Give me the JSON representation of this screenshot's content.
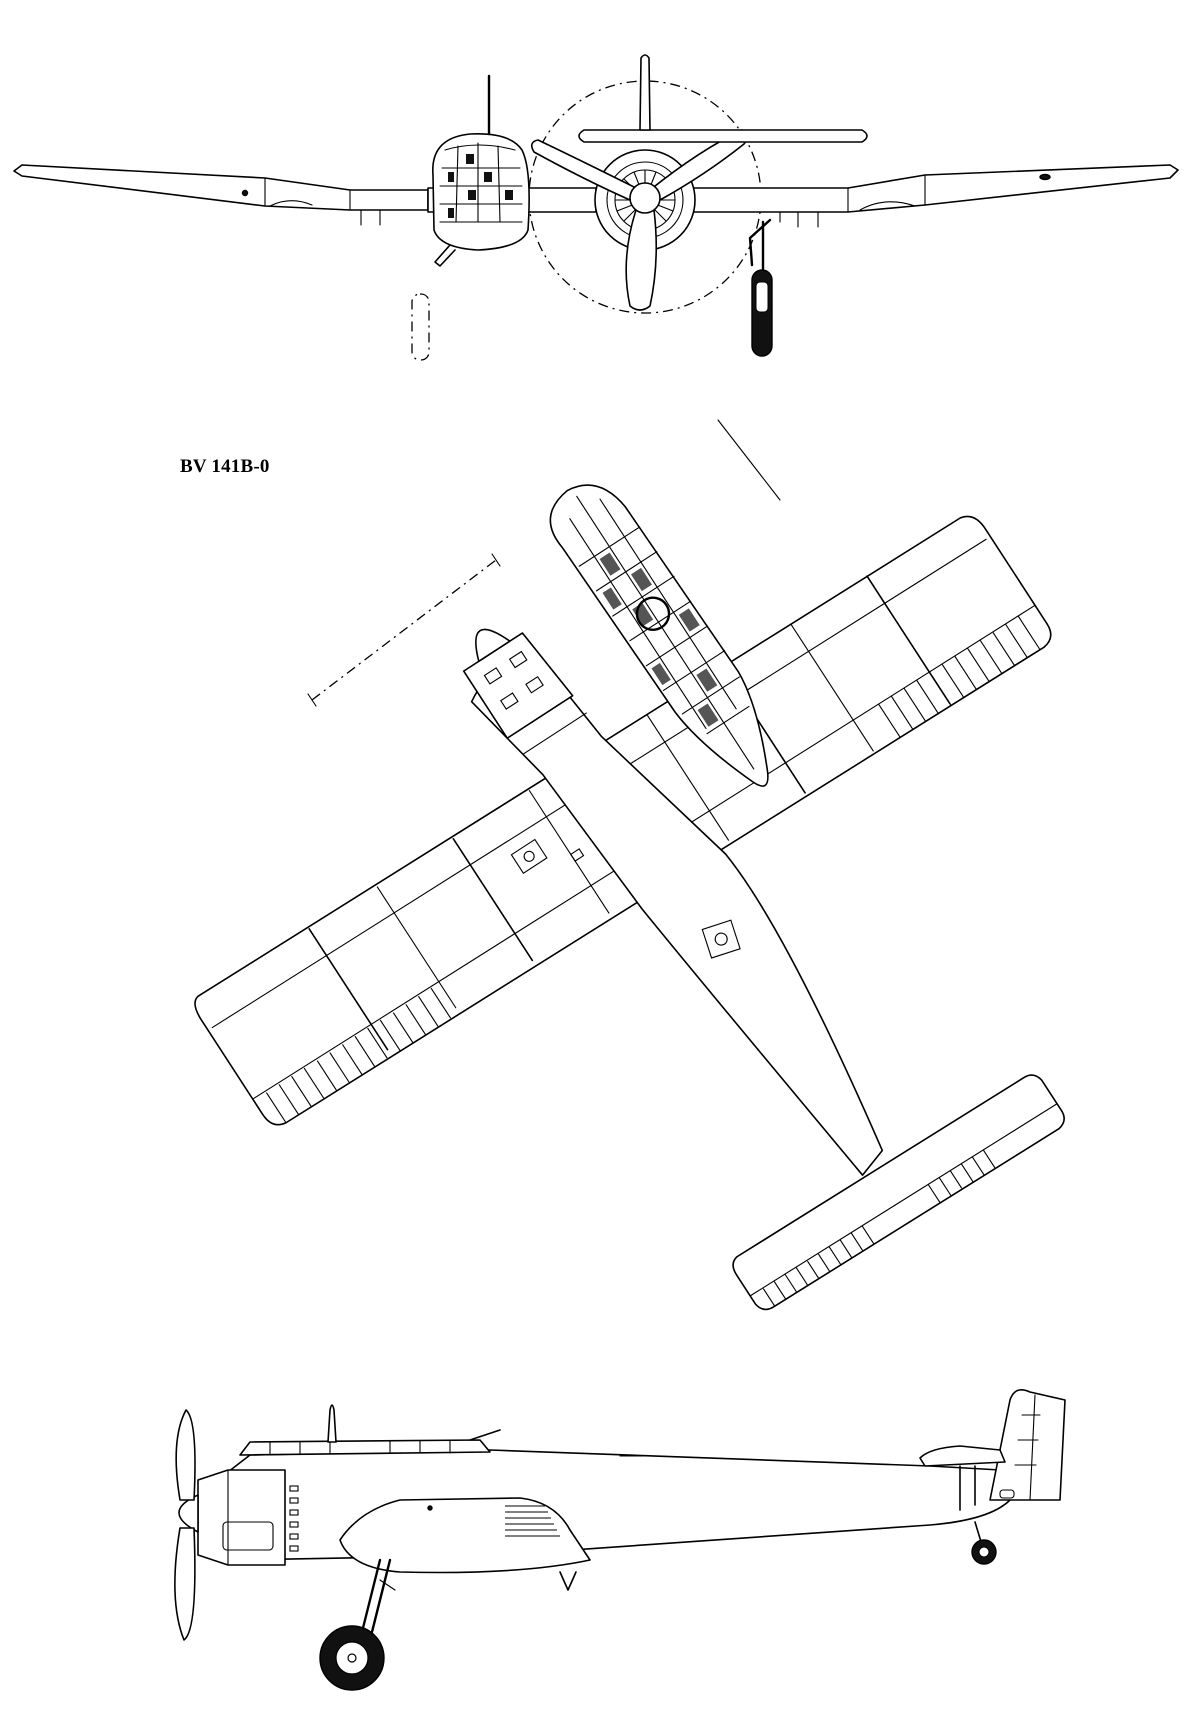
{
  "drawing": {
    "designation": "BV 141B-0",
    "views": [
      "front-view",
      "top-view",
      "side-view"
    ],
    "colors": {
      "line": "#000000",
      "background": "#ffffff"
    }
  }
}
